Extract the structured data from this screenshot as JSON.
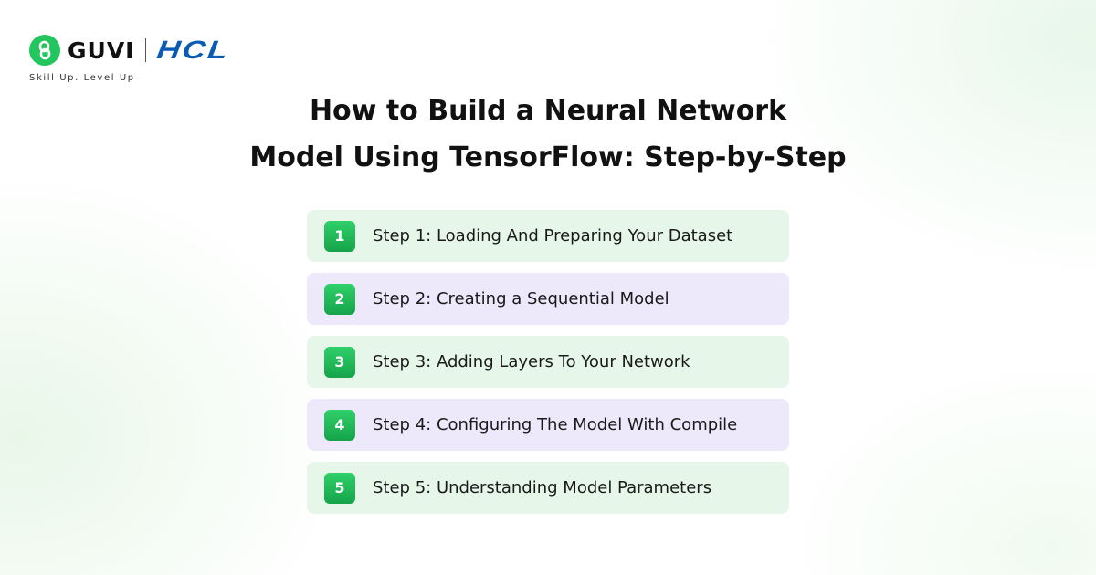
{
  "brand": {
    "guvi": "GUVI",
    "hcl": "HCL",
    "tagline": "Skill Up. Level Up",
    "guvi_color": "#22c55e",
    "hcl_color": "#0a5bb3"
  },
  "title": {
    "line1": "How to Build a Neural Network",
    "line2": "Model Using TensorFlow: Step-by-Step"
  },
  "steps": [
    {
      "number": "1",
      "label": "Step 1: Loading And Preparing Your Dataset",
      "color": "#e6f7ea"
    },
    {
      "number": "2",
      "label": "Step 2: Creating a Sequential Model",
      "color": "#ede9fb"
    },
    {
      "number": "3",
      "label": "Step 3: Adding Layers To Your Network",
      "color": "#e6f7ea"
    },
    {
      "number": "4",
      "label": "Step 4: Configuring The Model With Compile",
      "color": "#ede9fb"
    },
    {
      "number": "5",
      "label": "Step 5: Understanding Model Parameters",
      "color": "#e6f7ea"
    }
  ]
}
